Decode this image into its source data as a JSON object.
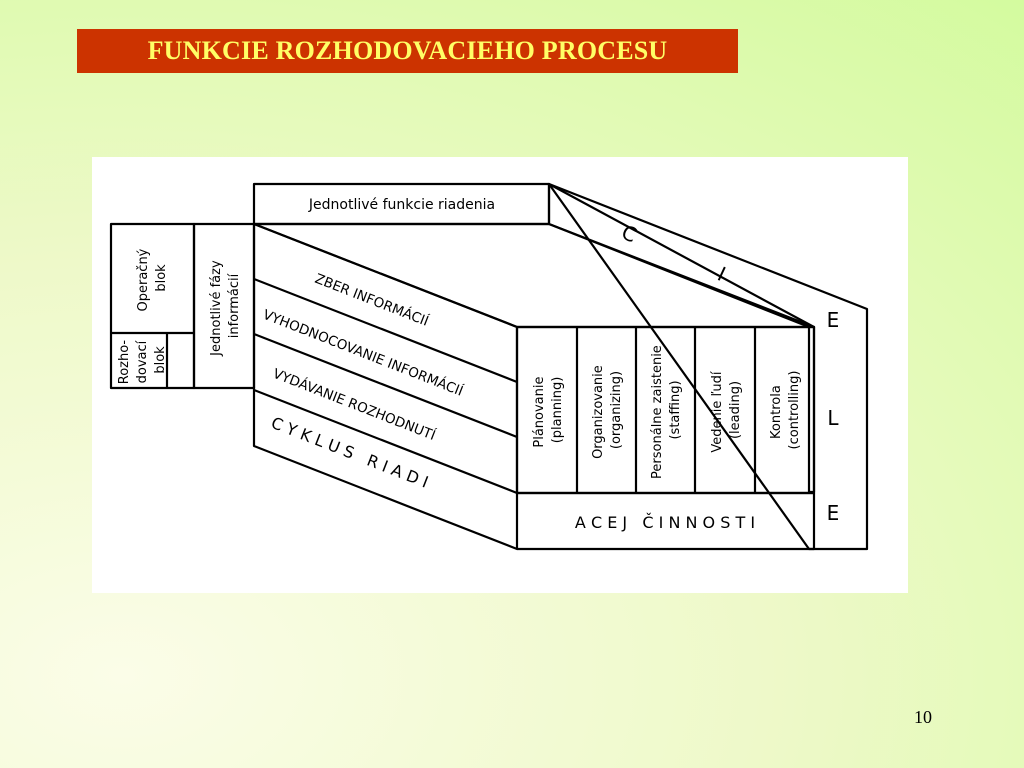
{
  "slide": {
    "title": "FUNKCIE ROZHODOVACIEHO PROCESU",
    "page_number": "10"
  },
  "diagram": {
    "top_box": "Jednotlivé funkcie riadenia",
    "blocks": {
      "operative": [
        "Operačný",
        "blok"
      ],
      "decision": [
        "Rozho-",
        "dovací",
        "blok"
      ]
    },
    "phases_label": [
      "Jednotlivé fázy",
      "informácií"
    ],
    "bands": [
      "ZBER INFORMÁCIÍ",
      "VYHODNOCOVANIE INFORMÁCIÍ",
      "VYDÁVANIE ROZHODNUTÍ"
    ],
    "cycle": {
      "slanted": "C Y K L U S   R I A D I",
      "flat": "A C E J   Č I N N O S T I"
    },
    "functions": [
      {
        "name": "Plánovanie",
        "en": "(planning)"
      },
      {
        "name": "Organizovanie",
        "en": "(organizing)"
      },
      {
        "name": "Personálne zaistenie",
        "en": "(staffing)"
      },
      {
        "name": "Vedenie ľudí",
        "en": "(leading)"
      },
      {
        "name": "Kontrola",
        "en": "(controlling)"
      }
    ],
    "goals_diagonal": [
      "C",
      "I"
    ],
    "goals_vertical": [
      "E",
      "L",
      "E"
    ]
  }
}
